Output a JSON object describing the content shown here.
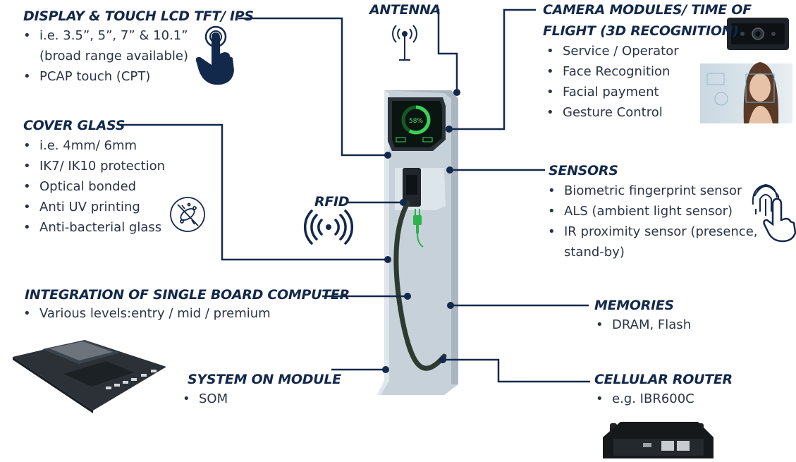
{
  "display": {
    "heading": "DISPLAY & TOUCH LCD TFT/ IPS",
    "items": [
      "i.e. 3.5”, 5”, 7” & 10.1”",
      "(broad range available)",
      "PCAP touch (CPT)"
    ]
  },
  "cover_glass": {
    "heading": "COVER GLASS",
    "items": [
      "i.e. 4mm/ 6mm",
      "IK7/ IK10 protection",
      "Optical bonded",
      "Anti UV printing",
      "Anti-bacterial glass"
    ]
  },
  "rfid": {
    "heading": "RFID"
  },
  "sbc": {
    "heading": "INTEGRATION OF SINGLE BOARD COMPUTER",
    "items": [
      "Various levels:entry / mid / premium"
    ]
  },
  "som": {
    "heading": "SYSTEM ON MODULE",
    "items": [
      "SOM"
    ]
  },
  "antenna": {
    "heading": "ANTENNA"
  },
  "camera": {
    "heading_line1": "CAMERA MODULES/ TIME OF",
    "heading_line2": "FLIGHT (3D RECOGNITION)",
    "items": [
      "Service / Operator",
      "Face Recognition",
      "Facial payment",
      "Gesture Control"
    ]
  },
  "sensors": {
    "heading": "SENSORS",
    "items": [
      "Biometric fingerprint sensor",
      "ALS (ambient light sensor)",
      "IR proximity sensor (presence,",
      "stand-by)"
    ]
  },
  "memories": {
    "heading": "MEMORIES",
    "items": [
      "DRAM, Flash"
    ]
  },
  "cellular": {
    "heading": "CELLULAR ROUTER",
    "items": [
      "e.g. IBR600C"
    ]
  },
  "screen": {
    "percent": "58%"
  },
  "colors": {
    "navy": "#13294b",
    "kiosk": "#c9d3dc",
    "green": "#2db34a"
  }
}
